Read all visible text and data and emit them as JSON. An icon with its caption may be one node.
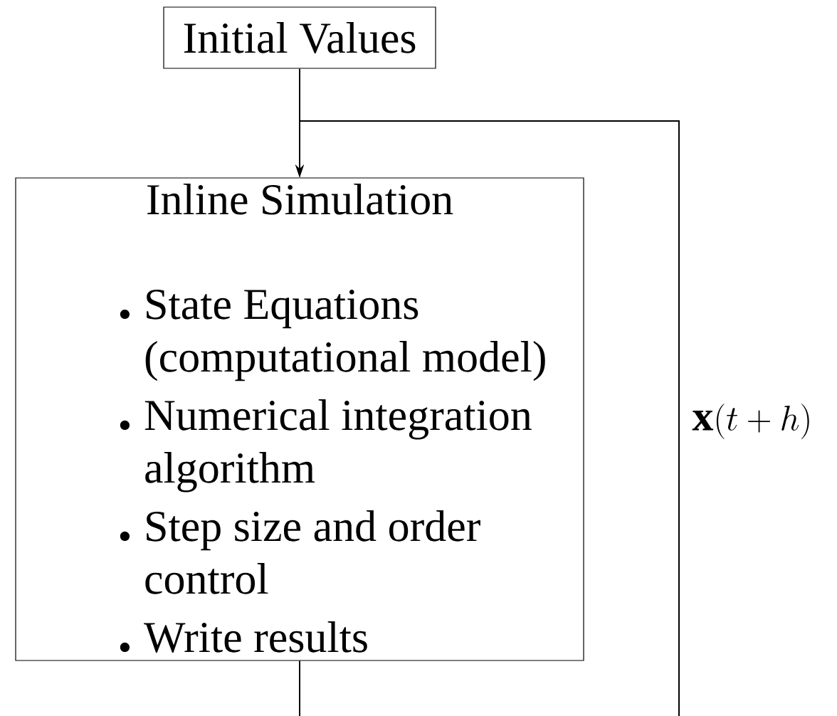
{
  "diagram": {
    "nodes": [
      {
        "text": [
          "Initial Values"
        ]
      },
      {
        "text": [
          "Inline Simulation",
          "State Equations (computational model)",
          "Numerical integration algorithm",
          "Step size and order control",
          "Write results"
        ]
      }
    ],
    "edges": [
      {
        "from": 0,
        "to": 1,
        "arrow": "to"
      },
      {
        "from": 1,
        "to": 1,
        "arrow": "to",
        "label": "\\mathbf{x}(t+h)"
      }
    ]
  }
}
